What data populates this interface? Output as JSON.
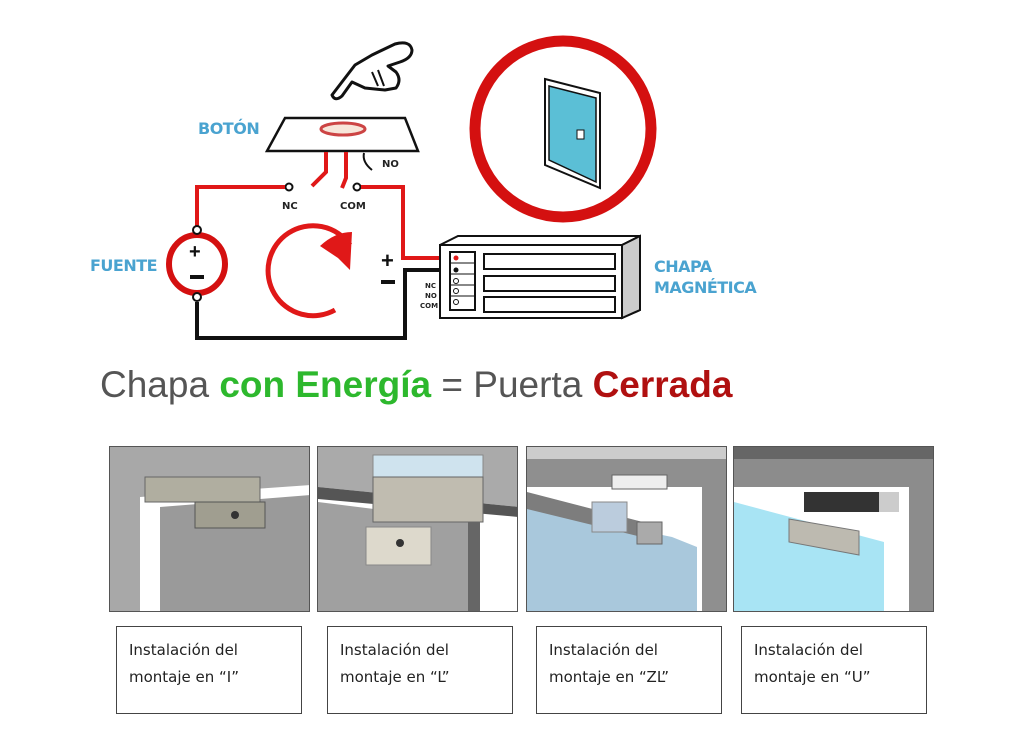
{
  "diagram": {
    "labels": {
      "button": "BOTÓN",
      "source": "FUENTE",
      "lock_line1": "CHAPA",
      "lock_line2": "MAGNÉTICA",
      "nc": "NC",
      "com": "COM",
      "no": "NO",
      "plus": "+",
      "minus": "−",
      "lock_nc": "NC",
      "lock_no": "NO",
      "lock_com": "COM"
    },
    "colors": {
      "wire_red": "#e01818",
      "wire_black": "#111111",
      "label_blue": "#4aa3d0",
      "door_blue": "#5bbfd6"
    }
  },
  "headline": {
    "part1": "Chapa ",
    "part2": "con Energía",
    "part3": " = Puerta ",
    "part4": "Cerrada"
  },
  "mountings": [
    {
      "line1": "Instalación del",
      "line2": "montaje en “I”"
    },
    {
      "line1": "Instalación del",
      "line2": "montaje en “L”"
    },
    {
      "line1": "Instalación del",
      "line2": "montaje en “ZL”"
    },
    {
      "line1": "Instalación del",
      "line2": "montaje en “U”"
    }
  ]
}
